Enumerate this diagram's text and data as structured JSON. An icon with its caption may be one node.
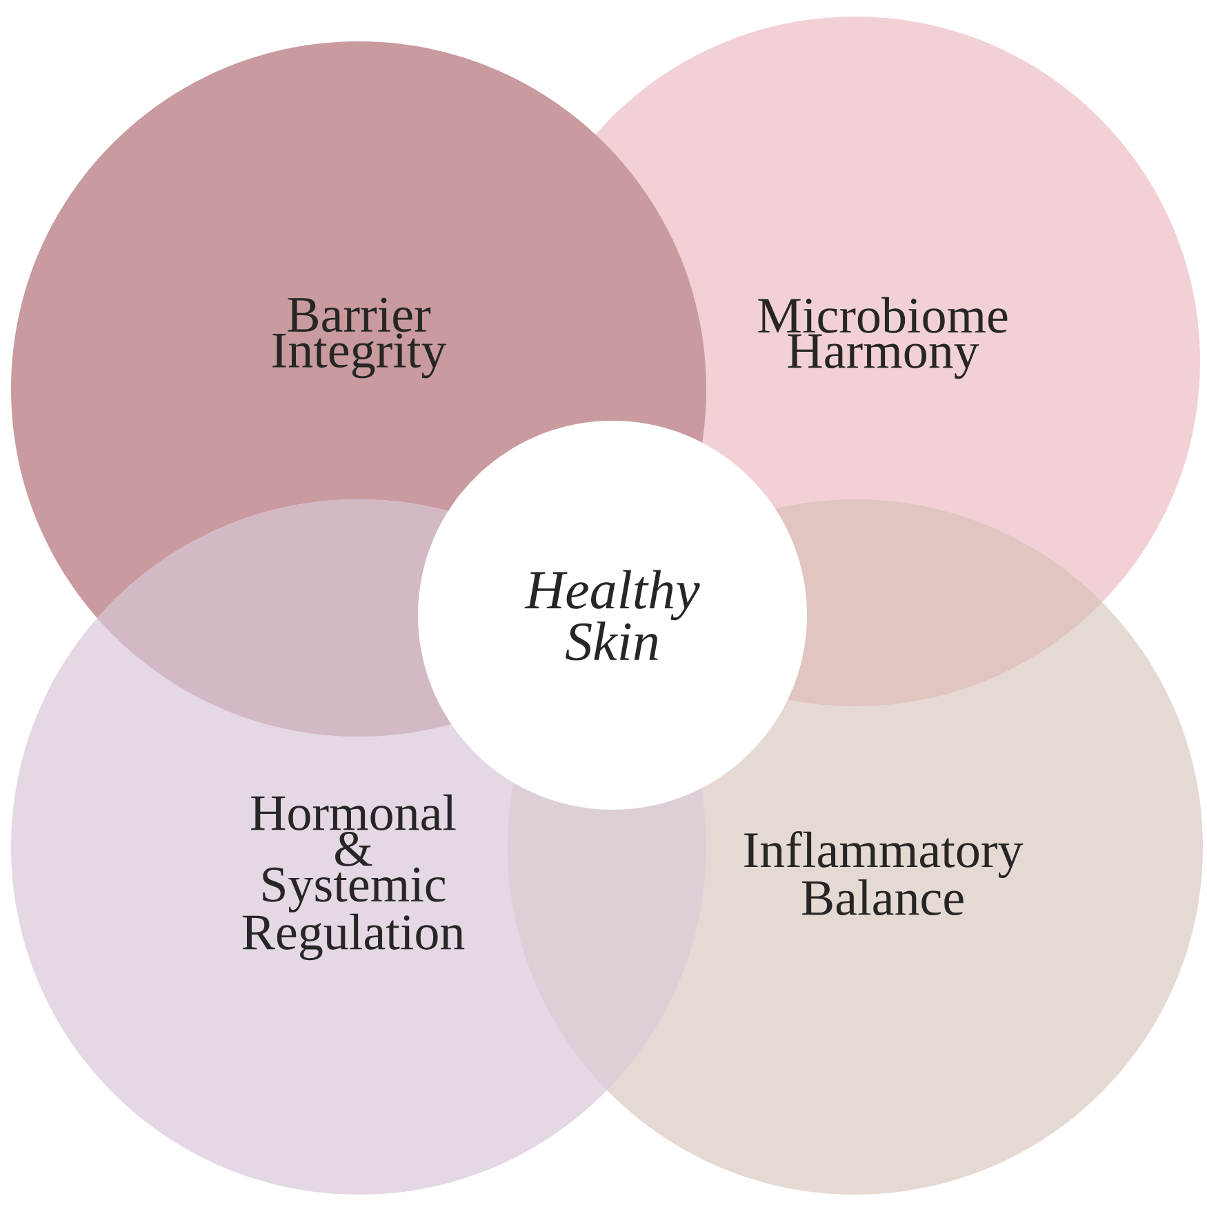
{
  "diagram": {
    "nodes": [
      {
        "text": [
          "Barrier Integrity"
        ]
      },
      {
        "text": [
          "Microbiome Harmony"
        ]
      },
      {
        "text": [
          "Hormonal & Systemic Regulation"
        ]
      },
      {
        "text": [
          "Inflammatory Balance"
        ]
      },
      {
        "text": [
          "Healthy Skin"
        ]
      }
    ],
    "edges": []
  }
}
